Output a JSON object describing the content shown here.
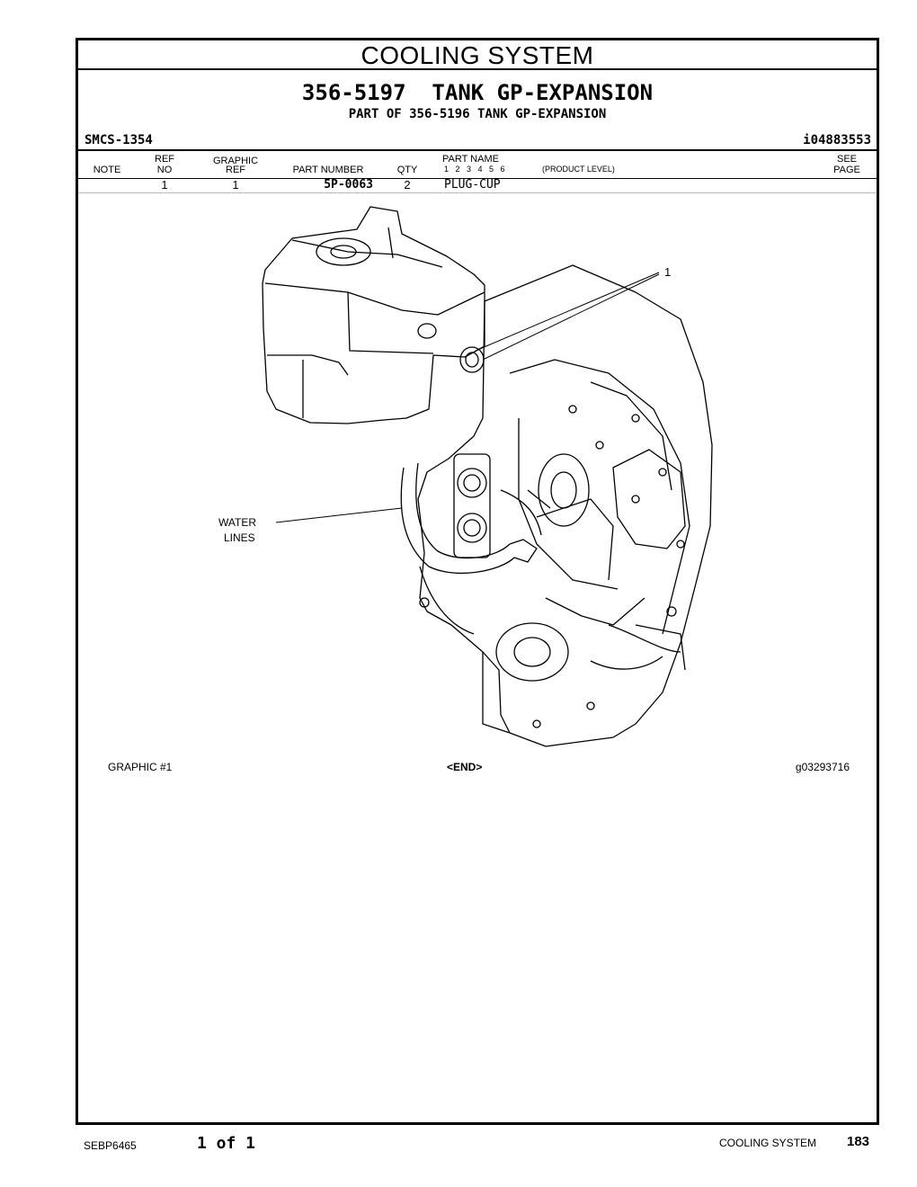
{
  "section_title": "COOLING SYSTEM",
  "group": {
    "part_number": "356-5197",
    "name": "TANK GP-EXPANSION",
    "part_of": "PART OF 356-5196 TANK GP-EXPANSION"
  },
  "smcs": "SMCS-1354",
  "doc_id": "i04883553",
  "columns": {
    "note": "NOTE",
    "ref_no_1": "REF",
    "ref_no_2": "NO",
    "graphic_ref_1": "GRAPHIC",
    "graphic_ref_2": "REF",
    "part_number": "PART NUMBER",
    "qty": "QTY",
    "part_name": "PART NAME",
    "levels": "1   2   3   4   5   6",
    "product_level": "(PRODUCT LEVEL)",
    "see_page_1": "SEE",
    "see_page_2": "PAGE"
  },
  "parts": [
    {
      "note": "",
      "ref_no": "1",
      "graphic_ref": "1",
      "part_number": "5P-0063",
      "qty": "2",
      "part_name": "PLUG-CUP",
      "see_page": ""
    }
  ],
  "drawing": {
    "callout_1": "1",
    "callout_water_1": "WATER",
    "callout_water_2": "LINES"
  },
  "graphic_label": "GRAPHIC #1",
  "end_label": "<END>",
  "graphic_id": "g03293716",
  "footer": {
    "doc": "SEBP6465",
    "page_of": "1 of 1",
    "section": "COOLING SYSTEM",
    "page_number": "183"
  }
}
